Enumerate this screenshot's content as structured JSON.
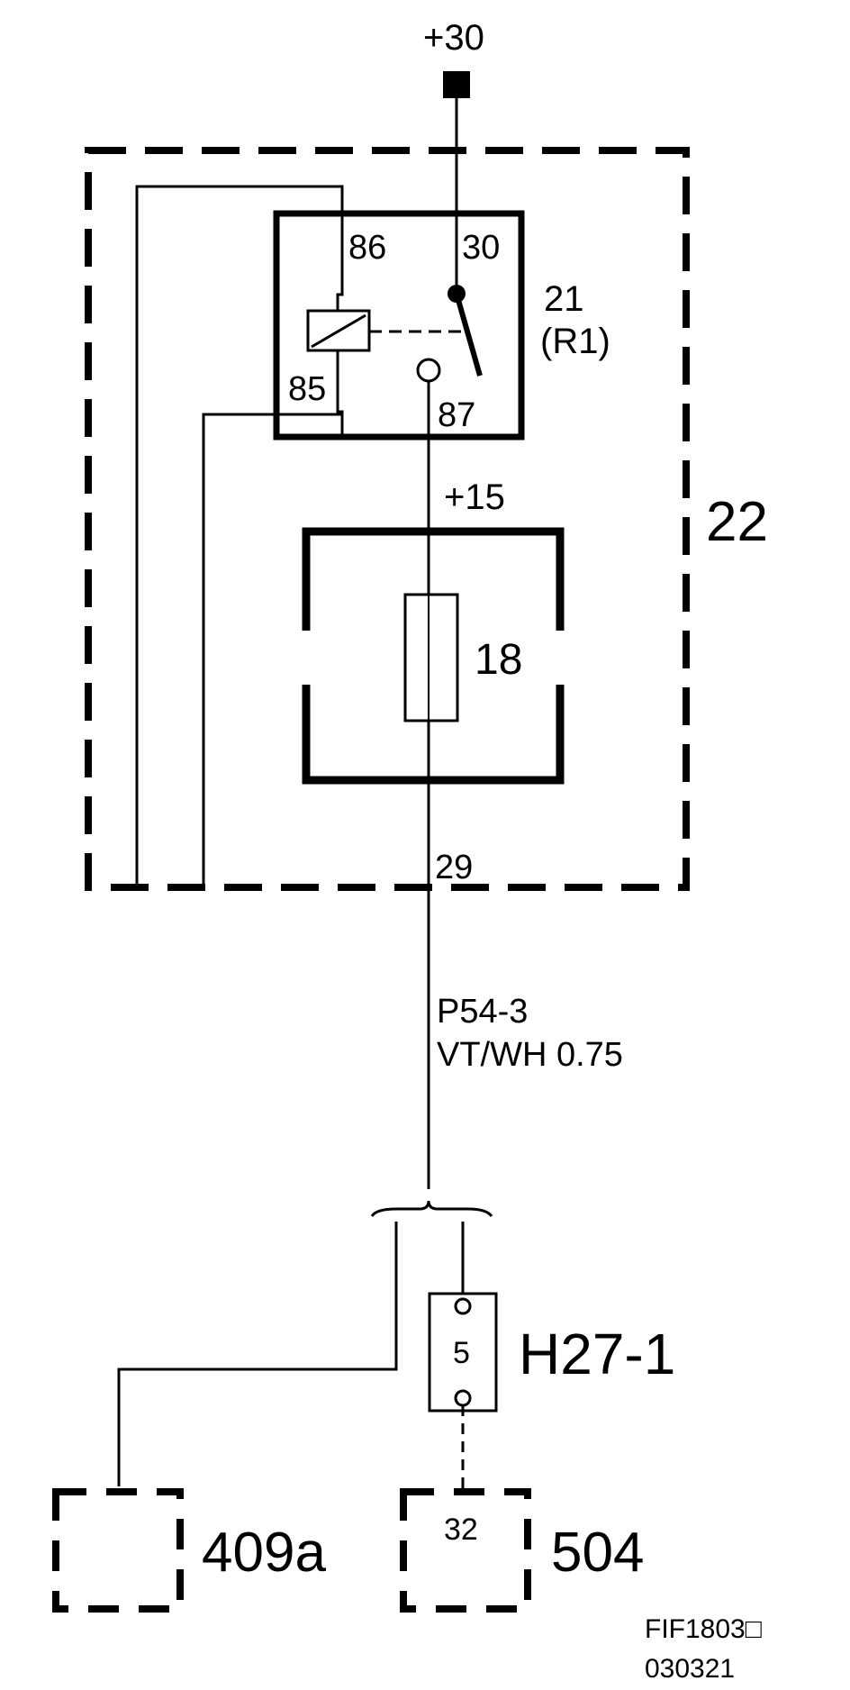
{
  "supply": {
    "label": "+30"
  },
  "relay": {
    "id": "21",
    "ref": "(R1)",
    "pin_86": "86",
    "pin_30": "30",
    "pin_85": "85",
    "pin_87": "87"
  },
  "ignition": {
    "label": "+15"
  },
  "fuse": {
    "id": "18"
  },
  "fusebox": {
    "id": "22",
    "output_pin": "29"
  },
  "wire": {
    "id": "P54-3",
    "spec": "VT/WH  0.75"
  },
  "connector": {
    "id": "H27-1",
    "pin": "5"
  },
  "module_409a": {
    "id": "409a"
  },
  "module_504": {
    "id": "504",
    "pin": "32"
  },
  "figure": {
    "code": "FIF1803□",
    "date": "030321"
  },
  "colors": {
    "ink": "#000000",
    "background": "#ffffff"
  }
}
